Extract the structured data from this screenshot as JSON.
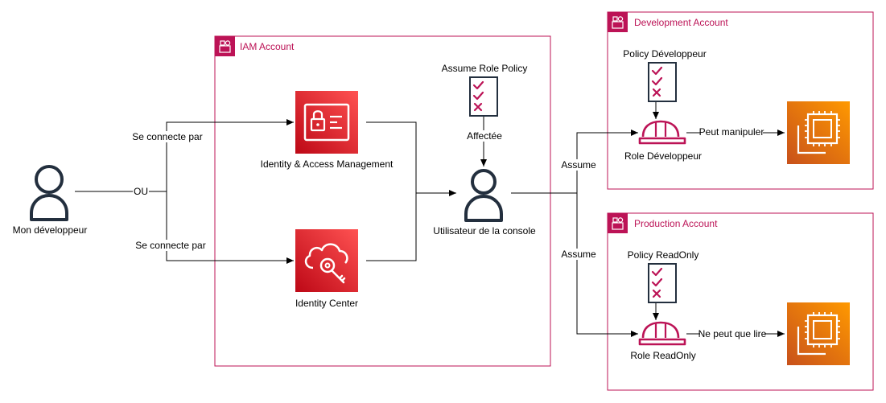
{
  "accounts": {
    "iam": {
      "title": "IAM Account"
    },
    "development": {
      "title": "Development Account"
    },
    "production": {
      "title": "Production Account"
    }
  },
  "nodes": {
    "developer": "Mon développeur",
    "iam_service": "Identity & Access Management",
    "identity_center": "Identity Center",
    "console_user": "Utilisateur de la console",
    "assume_role_policy": "Assume Role Policy",
    "dev_policy": "Policy Développeur",
    "dev_role": "Role Développeur",
    "ro_policy": "Policy ReadOnly",
    "ro_role": "Role ReadOnly"
  },
  "edges": {
    "or": "OU",
    "connects_top": "Se connecte par",
    "connects_bottom": "Se connecte par",
    "assigned": "Affectée",
    "assume_dev": "Assume",
    "assume_prod": "Assume",
    "can_manipulate": "Peut manipuler",
    "read_only": "Ne peut que lire"
  },
  "colors": {
    "account_border": "#BC1356",
    "security_service": "#DD344C",
    "compute_service": "#ED7100",
    "checkmark": "#BC1356"
  },
  "icons": {
    "account": "account-group-icon",
    "user": "user-icon",
    "iam": "iam-id-card-icon",
    "identity_center": "cloud-key-icon",
    "policy": "policy-checklist-icon",
    "role": "role-helmet-icon",
    "compute": "ec2-chip-icon"
  }
}
